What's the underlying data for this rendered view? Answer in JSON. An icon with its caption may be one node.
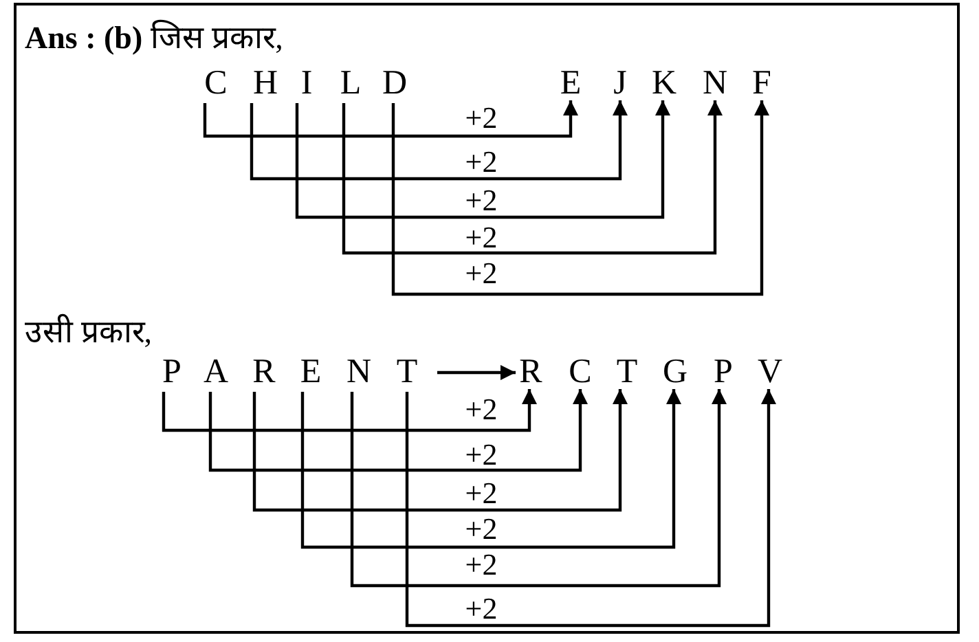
{
  "diagram": {
    "title": "**Ans : (b)** जिस प्रकार,",
    "nodes": [
      {
        "text": [
          "C"
        ]
      },
      {
        "text": [
          "H"
        ]
      },
      {
        "text": [
          "I"
        ]
      },
      {
        "text": [
          "L"
        ]
      },
      {
        "text": [
          "D"
        ]
      },
      {
        "text": [
          "E"
        ]
      },
      {
        "text": [
          "J"
        ]
      },
      {
        "text": [
          "K"
        ]
      },
      {
        "text": [
          "N"
        ]
      },
      {
        "text": [
          "F"
        ]
      },
      {
        "text": [
          "P"
        ]
      },
      {
        "text": [
          "A"
        ]
      },
      {
        "text": [
          "R"
        ]
      },
      {
        "text": [
          "E"
        ]
      },
      {
        "text": [
          "N"
        ]
      },
      {
        "text": [
          "T"
        ]
      },
      {
        "text": [
          "R"
        ]
      },
      {
        "text": [
          "C"
        ]
      },
      {
        "text": [
          "T"
        ]
      },
      {
        "text": [
          "G"
        ]
      },
      {
        "text": [
          "P"
        ]
      },
      {
        "text": [
          "V"
        ]
      }
    ],
    "edges": [
      {
        "from": 0,
        "to": 5,
        "arrow": "to",
        "label": "+2"
      },
      {
        "from": 1,
        "to": 6,
        "arrow": "to",
        "label": "+2"
      },
      {
        "from": 2,
        "to": 7,
        "arrow": "to",
        "label": "+2"
      },
      {
        "from": 3,
        "to": 8,
        "arrow": "to",
        "label": "+2"
      },
      {
        "from": 4,
        "to": 9,
        "arrow": "to",
        "label": "+2"
      },
      {
        "from": 15,
        "to": 16,
        "arrow": "to"
      },
      {
        "from": 10,
        "to": 16,
        "arrow": "to",
        "label": "+2"
      },
      {
        "from": 11,
        "to": 17,
        "arrow": "to",
        "label": "+2"
      },
      {
        "from": 12,
        "to": 18,
        "arrow": "to",
        "label": "+2"
      },
      {
        "from": 13,
        "to": 19,
        "arrow": "to",
        "label": "+2"
      },
      {
        "from": 14,
        "to": 20,
        "arrow": "to",
        "label": "+2"
      },
      {
        "from": 15,
        "to": 21,
        "arrow": "to",
        "label": "+2"
      }
    ],
    "labels": [
      "उसी प्रकार,"
    ]
  }
}
